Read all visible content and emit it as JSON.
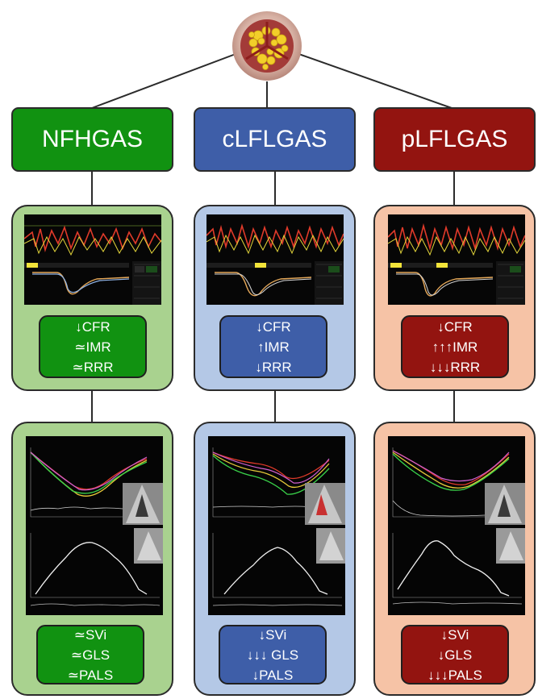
{
  "colors": {
    "green_header": "#119211",
    "green_panel": "#a9d28f",
    "blue_header": "#3e5ea8",
    "blue_panel": "#b4c8e6",
    "red_header": "#931410",
    "red_panel": "#f6c3a6"
  },
  "groups": [
    {
      "label": "NFHGAS",
      "perfusion": [
        "↓CFR",
        "≃IMR",
        "≃RRR"
      ],
      "function": [
        "≃SVi",
        "≃GLS",
        "≃PALS"
      ]
    },
    {
      "label": "cLFLGAS",
      "perfusion": [
        "↓CFR",
        "↑IMR",
        "↓RRR"
      ],
      "function": [
        "↓SVi",
        "↓↓↓ GLS",
        "↓PALS"
      ]
    },
    {
      "label": "pLFLGAS",
      "perfusion": [
        "↓CFR",
        "↑↑↑IMR",
        "↓↓↓RRR"
      ],
      "function": [
        "↓SVi",
        "↓GLS",
        "↓↓↓PALS"
      ]
    }
  ],
  "icons": {
    "top": "aortic-valve-icon",
    "pressure_trace": "pressure-wire-trace-icon",
    "strain_curve": "strain-curve-icon",
    "echo": "echo-image-icon"
  }
}
